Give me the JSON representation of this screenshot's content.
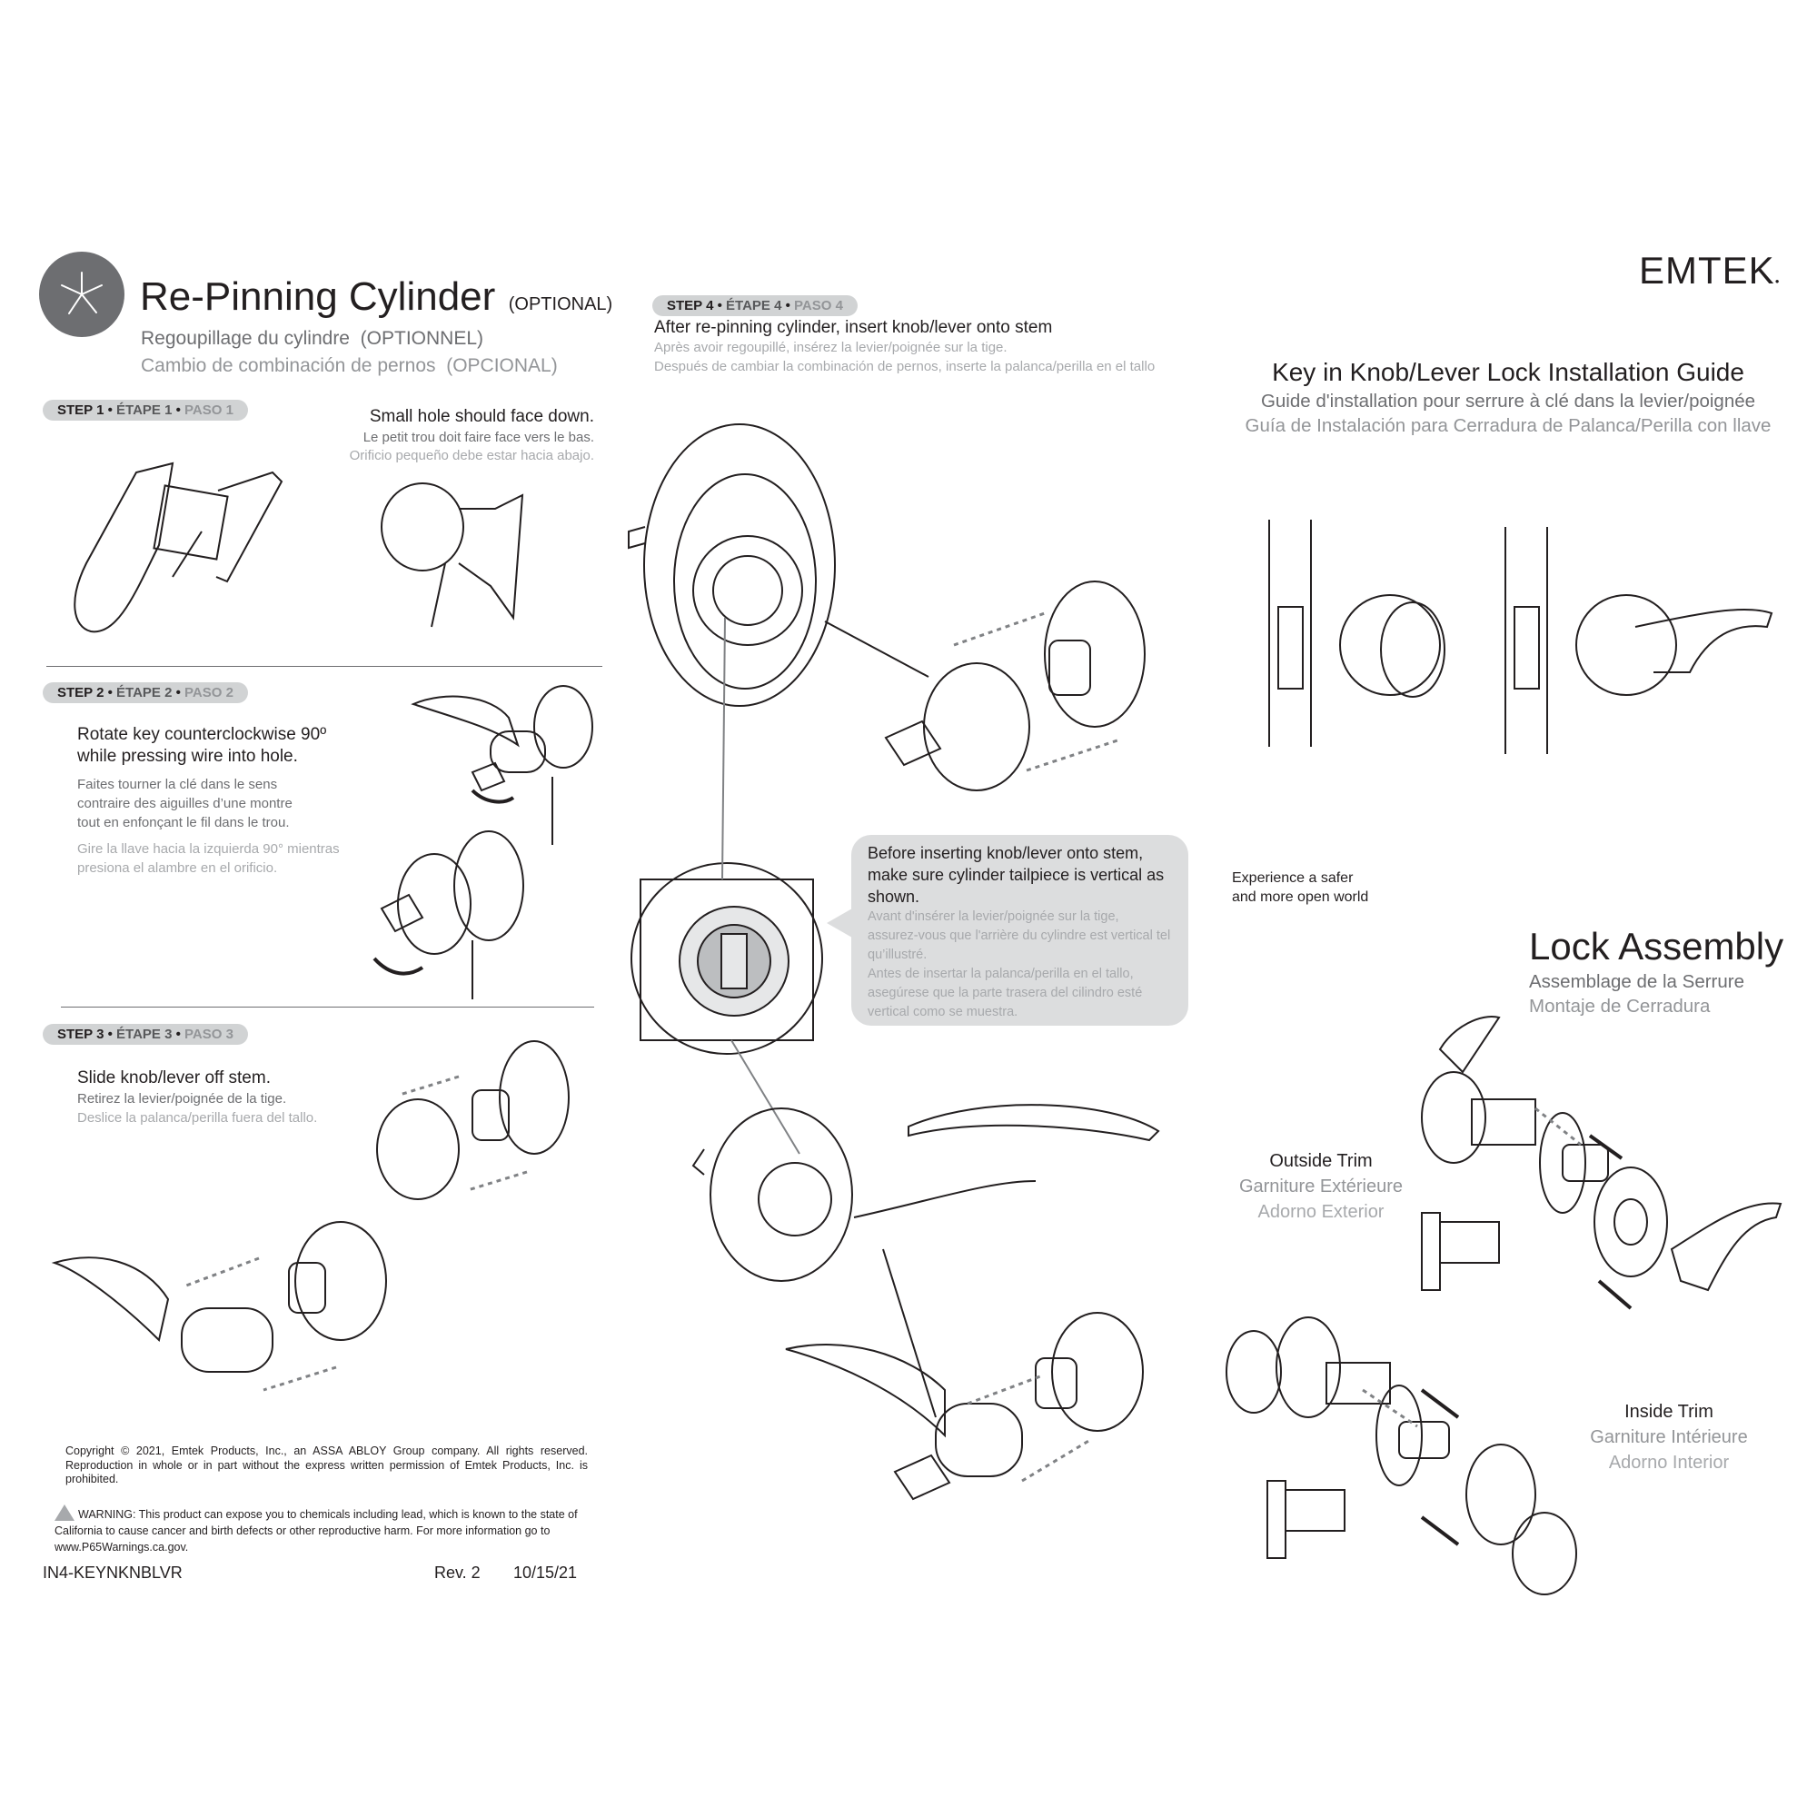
{
  "left": {
    "title": "Re-Pinning Cylinder",
    "title_optional": "(OPTIONAL)",
    "subtitle_fr": "Regoupillage du cylindre  (OPTIONNEL)",
    "subtitle_es": "Cambio de combinación de pernos  (OPCIONAL)",
    "step1": {
      "label_en": "STEP 1",
      "label_fr": "ÉTAPE 1",
      "label_es": "PASO 1",
      "text_en": "Small hole should face down.",
      "text_fr": "Le petit trou doit faire face vers le bas.",
      "text_es": "Orificio pequeño debe estar hacia abajo."
    },
    "step2": {
      "label_en": "STEP 2",
      "label_fr": "ÉTAPE 2",
      "label_es": "PASO 2",
      "text_en_1": "Rotate key counterclockwise 90º",
      "text_en_2": "while pressing wire into hole.",
      "text_fr_1": "Faites tourner la clé dans le sens",
      "text_fr_2": "contraire des aiguilles d’une montre",
      "text_fr_3": "tout en enfonçant le fil dans le trou.",
      "text_es_1": "Gire la llave hacia la izquierda 90° mientras",
      "text_es_2": "presiona el alambre en el orificio."
    },
    "step3": {
      "label_en": "STEP 3",
      "label_fr": "ÉTAPE 3",
      "label_es": "PASO 3",
      "text_en": "Slide knob/lever off stem.",
      "text_fr": "Retirez la levier/poignée de la tige.",
      "text_es": "Deslice la palanca/perilla fuera del tallo."
    },
    "copyright": "Copyright © 2021, Emtek Products, Inc., an ASSA ABLOY Group company. All rights reserved. Reproduction in whole or in part without the express written permission of Emtek Products, Inc. is prohibited.",
    "warning": "WARNING: This product can expose you to chemicals including lead, which is known to the state of California to cause cancer and birth defects or other reproductive harm. For more information go to www.P65Warnings.ca.gov.",
    "doc_code": "IN4-KEYNKNBLVR",
    "revision": "Rev. 2",
    "date": "10/15/21"
  },
  "middle": {
    "step4": {
      "label_en": "STEP 4",
      "label_fr": "ÉTAPE 4",
      "label_es": "PASO 4",
      "text_en": "After re-pinning cylinder, insert knob/lever onto stem",
      "text_fr": "Après avoir regoupillé, insérez la levier/poignée sur la tige.",
      "text_es": "Después de cambiar la combinación de pernos, inserte la palanca/perilla en el tallo"
    },
    "callout": {
      "en": "Before inserting knob/lever onto stem, make sure cylinder tailpiece is vertical as shown.",
      "fr": "Avant d'insérer la levier/poignée sur la tige, assurez-vous que l'arrière du cylindre est vertical tel qu’illustré.",
      "es": "Antes de insertar la palanca/perilla en el tallo, asegúrese que la parte trasera del cilindro esté vertical como se muestra."
    }
  },
  "right": {
    "brand": "EMTEK",
    "guide_title": "Key in Knob/Lever Lock Installation Guide",
    "guide_title_fr": "Guide d'installation pour serrure à clé dans la levier/poignée",
    "guide_title_es": "Guía de Instalación para Cerradura de Palanca/Perilla con llave",
    "tagline_1": "Experience a safer",
    "tagline_2": "and more open world",
    "assembly_title": "Lock Assembly",
    "assembly_title_fr": "Assemblage de la Serrure",
    "assembly_title_es": "Montaje de Cerradura",
    "outside_trim": "Outside Trim",
    "outside_trim_fr": "Garniture Extérieure",
    "outside_trim_es": "Adorno Exterior",
    "inside_trim": "Inside Trim",
    "inside_trim_fr": "Garniture Intérieure",
    "inside_trim_es": "Adorno Interior"
  },
  "colors": {
    "pill": "#d1d3d4",
    "callout": "#dcddde",
    "logo": "#6d6e71"
  }
}
